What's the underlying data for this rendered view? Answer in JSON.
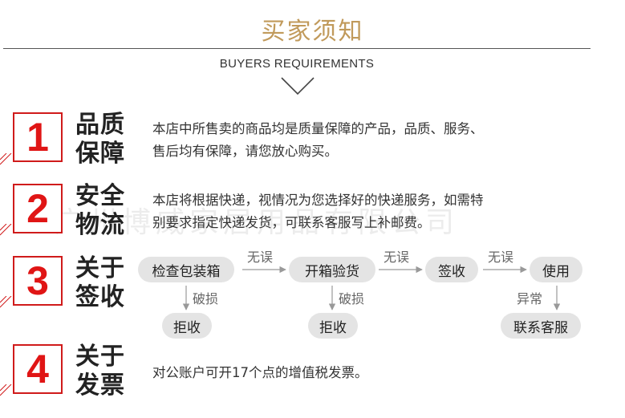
{
  "header": {
    "title": "买家须知",
    "subtitle": "BUYERS REQUIREMENTS"
  },
  "sections": [
    {
      "number": "1",
      "title_line1": "品质",
      "title_line2": "保障",
      "body_line1": "本店中所售卖的商品均是质量保障的产品，品质、服务、",
      "body_line2": "售后均有保障，请您放心购买。"
    },
    {
      "number": "2",
      "title_line1": "安全",
      "title_line2": "物流",
      "body_line1": "本店将根据快递，视情况为您选择好的快递服务，如需特",
      "body_line2": "别要求指定快递发货，可联系客服写上补邮费。"
    },
    {
      "number": "3",
      "title_line1": "关于",
      "title_line2": "签收"
    },
    {
      "number": "4",
      "title_line1": "关于",
      "title_line2": "发票",
      "body_line1": "对公账户可开17个点的增值税发票。"
    }
  ],
  "flow": {
    "steps": [
      "检查包装箱",
      "开箱验货",
      "签收",
      "使用"
    ],
    "ok_label": "无误",
    "damaged_label": "破损",
    "abnormal_label": "异常",
    "reject_label": "拒收",
    "contact_label": "联系客服"
  },
  "watermark": "广州博威家居用品有限公司",
  "colors": {
    "title_gold": "#C19A5B",
    "number_red": "#E01515",
    "pill_gray": "#E4E4E4"
  }
}
